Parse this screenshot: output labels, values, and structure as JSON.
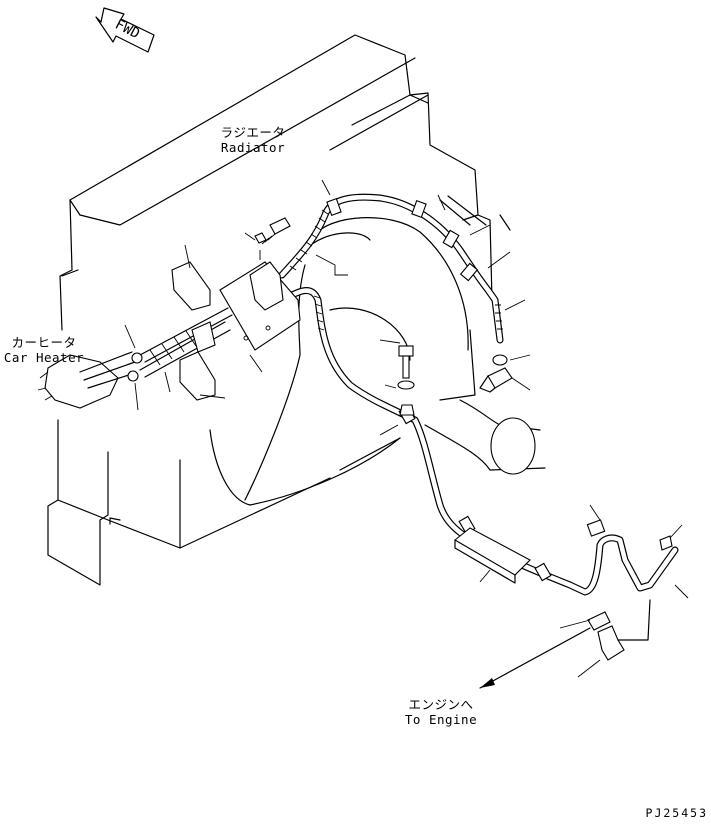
{
  "fwd_arrow": {
    "text": "FWD"
  },
  "radiator": {
    "jp": "ラジエータ",
    "en": "Radiator"
  },
  "car_heater": {
    "jp": "カーヒータ",
    "en": "Car Heater"
  },
  "to_engine": {
    "jp": "エンジンへ",
    "en": "To Engine"
  },
  "drawing_number": "PJ25453",
  "icons": [
    "fwd-arrow-icon",
    "bolt-icon",
    "clamp-icon",
    "valve-icon",
    "bracket-icon"
  ]
}
